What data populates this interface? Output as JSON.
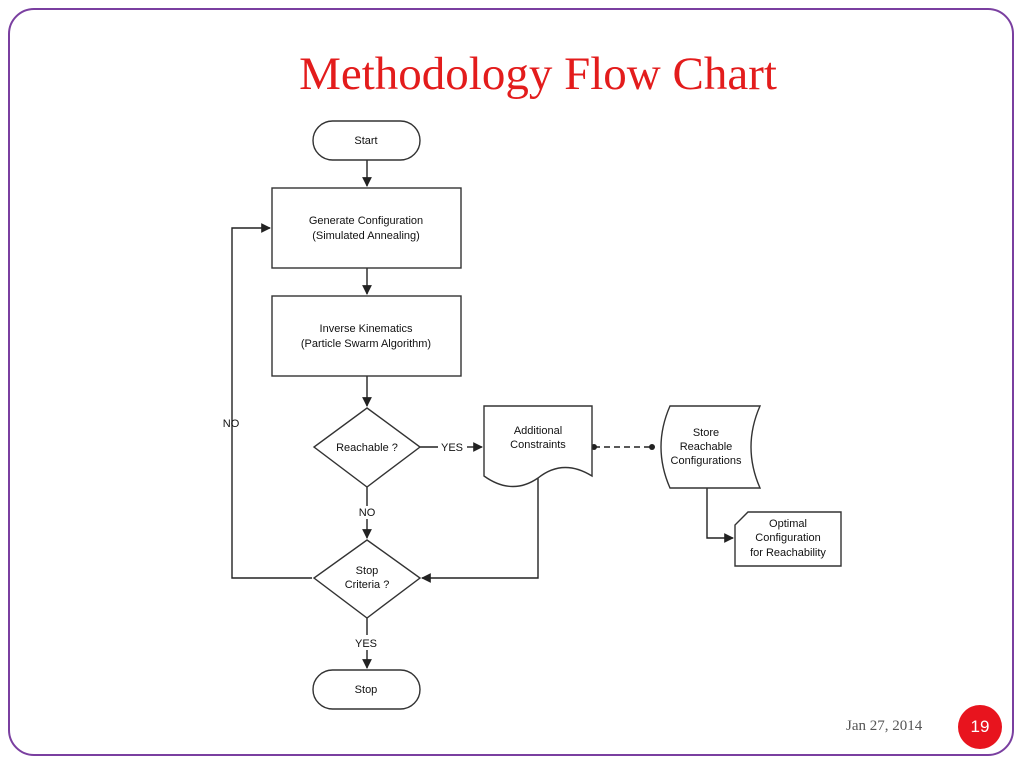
{
  "slide": {
    "title": "Methodology Flow Chart",
    "date": "Jan 27, 2014",
    "page_number": "19",
    "accent_color": "#e31c1c",
    "frame_color": "#7a3fa0"
  },
  "flowchart": {
    "nodes": {
      "start": "Start",
      "generate": [
        "Generate Configuration",
        "(Simulated Annealing)"
      ],
      "inverse": [
        "Inverse Kinematics",
        "(Particle Swarm Algorithm)"
      ],
      "reachable": "Reachable ?",
      "constraints": [
        "Additional",
        "Constraints"
      ],
      "store": [
        "Store",
        "Reachable",
        "Configurations"
      ],
      "optimal": [
        "Optimal",
        "Configuration",
        "for Reachability"
      ],
      "stop_criteria": [
        "Stop",
        "Criteria ?"
      ],
      "stop": "Stop"
    },
    "labels": {
      "yes_reachable": "YES",
      "no_reachable": "NO",
      "no_loop": "NO",
      "yes_stop": "YES"
    }
  }
}
